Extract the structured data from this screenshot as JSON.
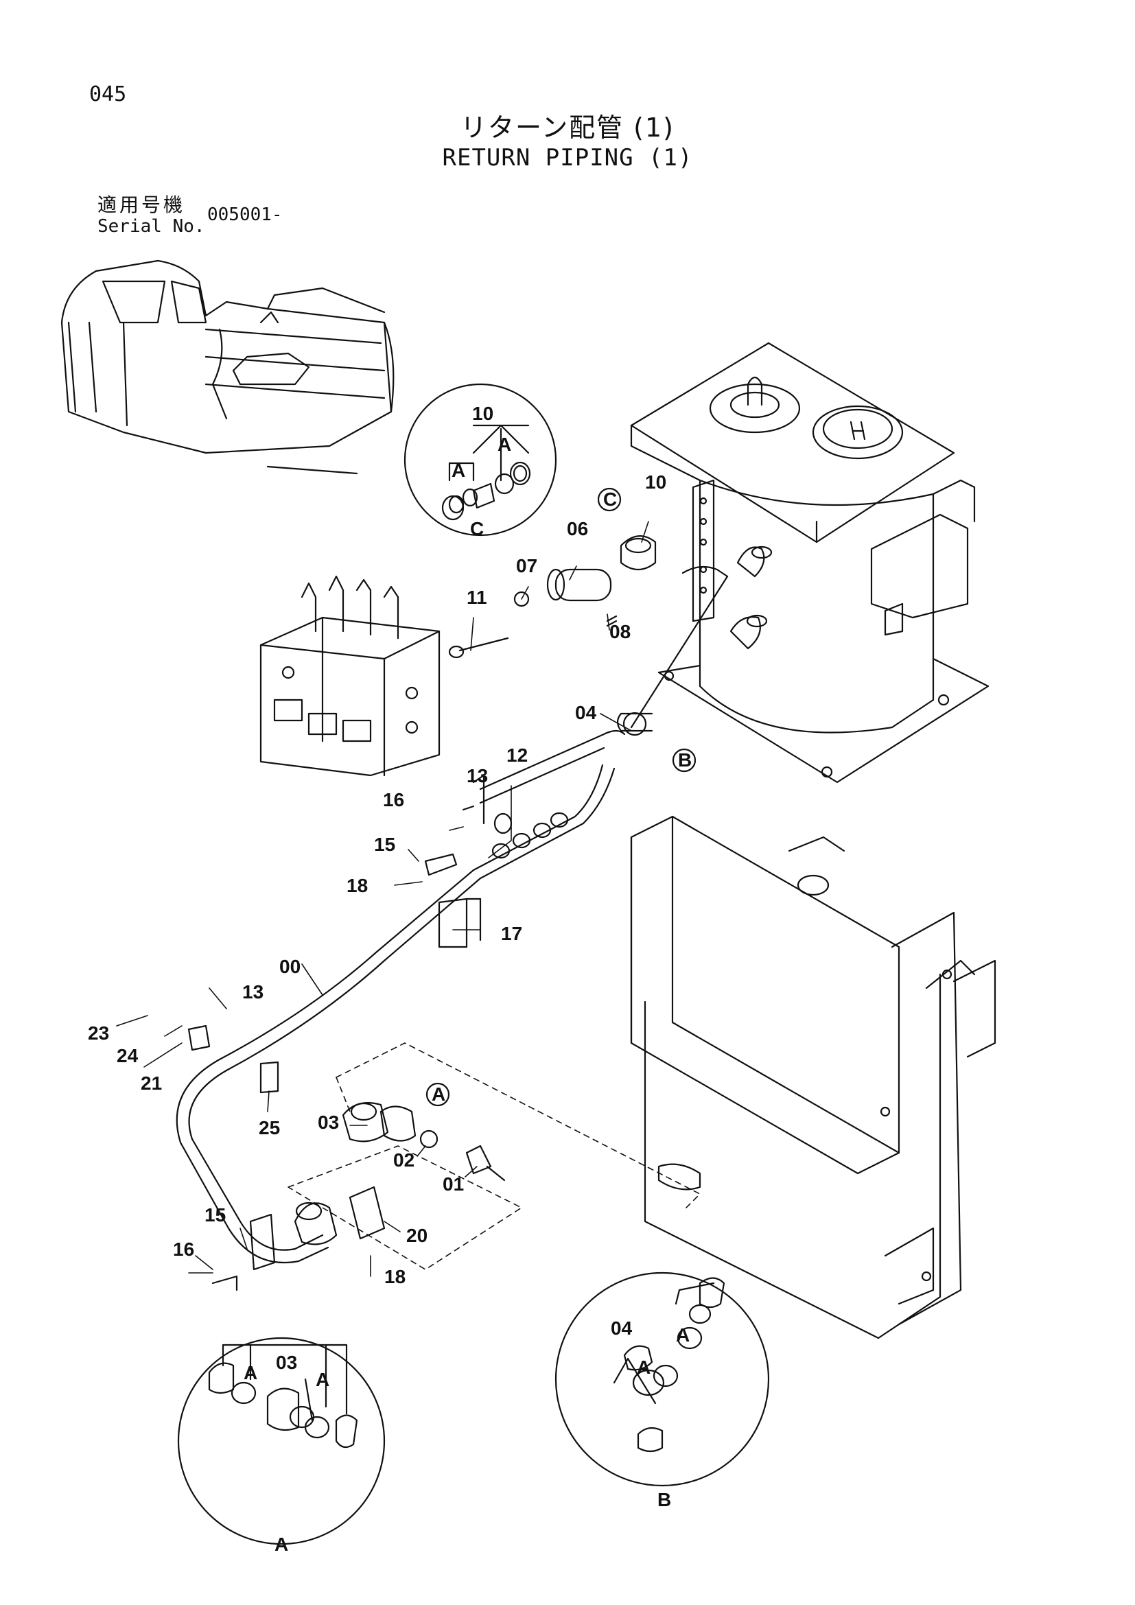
{
  "header": {
    "page_number": "045",
    "title_jp": "リターン配管 (1)",
    "title_en": "RETURN PIPING (1)",
    "serial_label_jp": "適用号機",
    "serial_label_en": "Serial No.",
    "serial_value": "005001-"
  },
  "callouts": {
    "c10_top": "10",
    "c10_mid": "10",
    "c06": "06",
    "c07": "07",
    "c08": "08",
    "c11": "11",
    "c04": "04",
    "c12": "12",
    "c13_top": "13",
    "c16_top": "16",
    "c15_top": "15",
    "c18_top": "18",
    "c17": "17",
    "c00": "00",
    "c13_bot": "13",
    "c23": "23",
    "c24": "24",
    "c21": "21",
    "c25": "25",
    "c03": "03",
    "c02": "02",
    "c01": "01",
    "c20": "20",
    "c15_bot": "15",
    "c16_bot": "16",
    "c18_bot": "18",
    "c03_detail": "03",
    "c04_detail": "04"
  },
  "detail_labels": {
    "A": "A",
    "B": "B",
    "C": "C",
    "A_small_1": "A",
    "A_small_2": "A",
    "A_small_3": "A",
    "A_small_4": "A",
    "A_small_5": "A",
    "A_small_6": "A",
    "ref_C": "C",
    "ref_B": "B",
    "ref_A": "A"
  }
}
